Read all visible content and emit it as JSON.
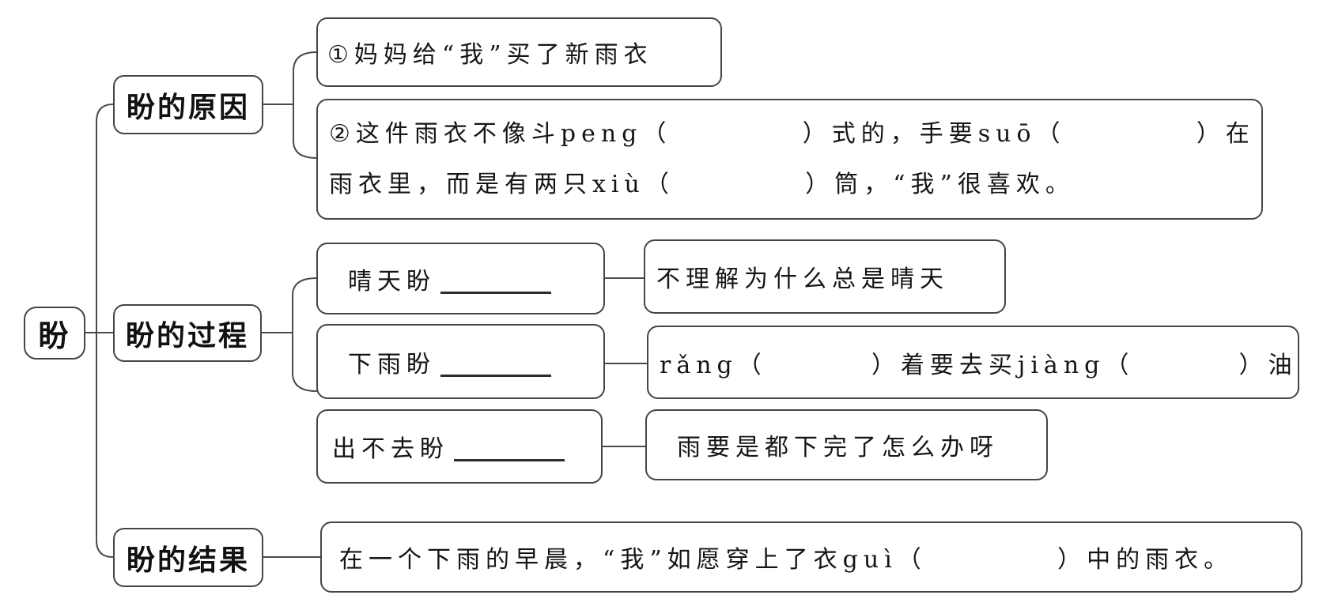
{
  "colors": {
    "line": "#4a4a4a",
    "text": "#151515",
    "background": "#ffffff"
  },
  "root": {
    "label": "盼"
  },
  "reason": {
    "label": "盼的原因",
    "item1": "①妈妈给“我”买了新雨衣",
    "item2_line1": "②这件雨衣不像斗peng（          ）式的，手要suō（          ）在",
    "item2_line2": "雨衣里，而是有两只xiù（          ）筒，“我”很喜欢。"
  },
  "process": {
    "label": "盼的过程",
    "items": [
      {
        "label": "晴天盼",
        "result": "不理解为什么总是晴天"
      },
      {
        "label": "下雨盼",
        "result": "rǎng（        ）着要去买jiàng（        ）油"
      },
      {
        "label": "出不去盼",
        "result": "雨要是都下完了怎么办呀"
      }
    ]
  },
  "result": {
    "label": "盼的结果",
    "text": "在一个下雨的早晨，“我”如愿穿上了衣guì（          ）中的雨衣。"
  }
}
